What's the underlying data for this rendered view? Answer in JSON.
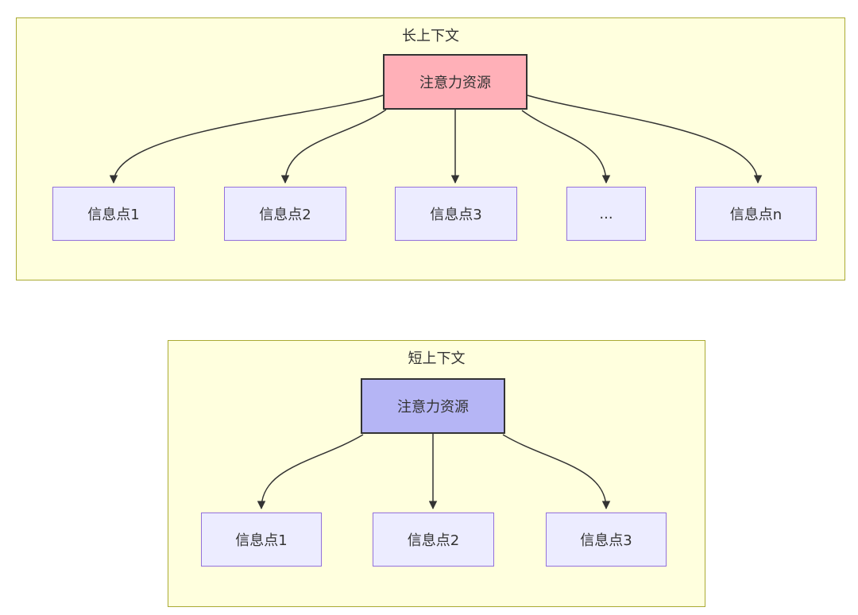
{
  "colors": {
    "group_fill": "#ffffde",
    "group_border": "#aaaa33",
    "info_node_fill": "#ececff",
    "info_node_border": "#9370db",
    "long_root_fill": "#ffb0b8",
    "short_root_fill": "#b5b5f5",
    "root_node_border": "#333333",
    "arrow": "#333333",
    "text": "#333333"
  },
  "long_context": {
    "title": "长上下文",
    "root": "注意力资源",
    "children": [
      "信息点1",
      "信息点2",
      "信息点3",
      "...",
      "信息点n"
    ]
  },
  "short_context": {
    "title": "短上下文",
    "root": "注意力资源",
    "children": [
      "信息点1",
      "信息点2",
      "信息点3"
    ]
  }
}
